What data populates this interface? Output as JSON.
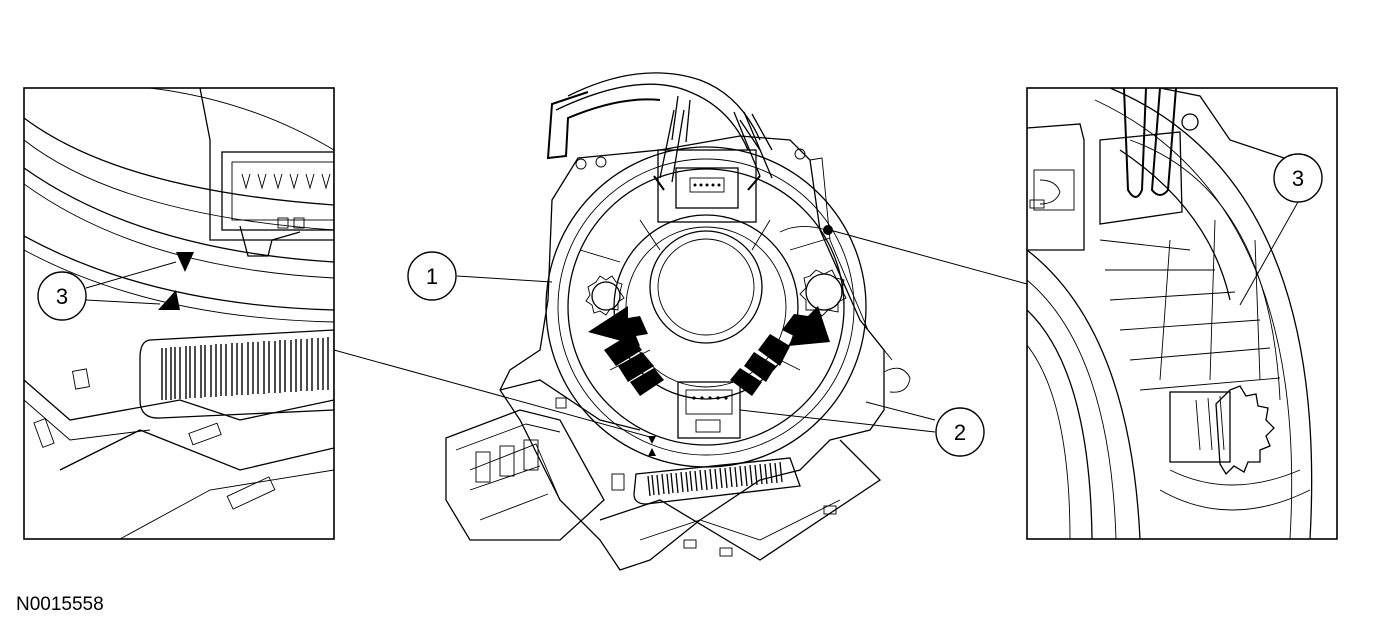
{
  "figure": {
    "id_label": "N0015558",
    "callouts": [
      {
        "key": "c1",
        "label": "1"
      },
      {
        "key": "c2",
        "label": "2"
      },
      {
        "key": "c3_left",
        "label": "3"
      },
      {
        "key": "c3_right",
        "label": "3"
      }
    ]
  }
}
